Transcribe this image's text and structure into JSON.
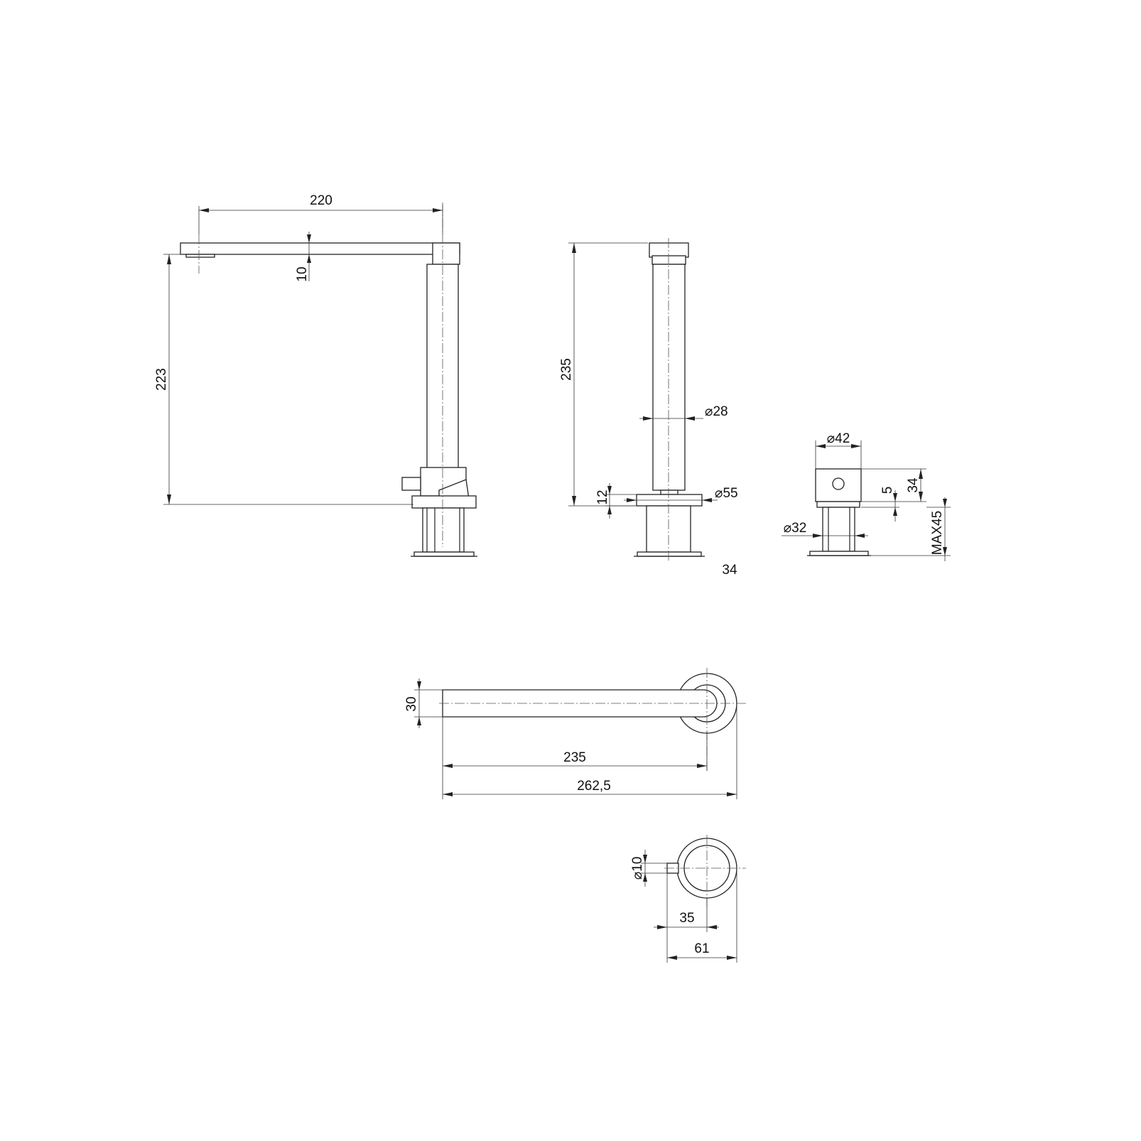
{
  "views": {
    "side": {
      "spout_length": "220",
      "spout_thickness": "10",
      "height": "223"
    },
    "front": {
      "height": "235",
      "tube_diameter": "⌀28",
      "base_height": "12",
      "base_diameter": "⌀55",
      "note": "34"
    },
    "mixer": {
      "body_diameter": "⌀42",
      "body_height": "34",
      "ring_height": "5",
      "shank_diameter": "⌀32",
      "max_deck": "MAX45"
    },
    "plan": {
      "spout_width": "30",
      "reach_inner": "235",
      "reach_total": "262,5"
    },
    "handle_top": {
      "lever_diameter": "⌀10",
      "lever_offset": "35",
      "body_width": "61"
    }
  }
}
